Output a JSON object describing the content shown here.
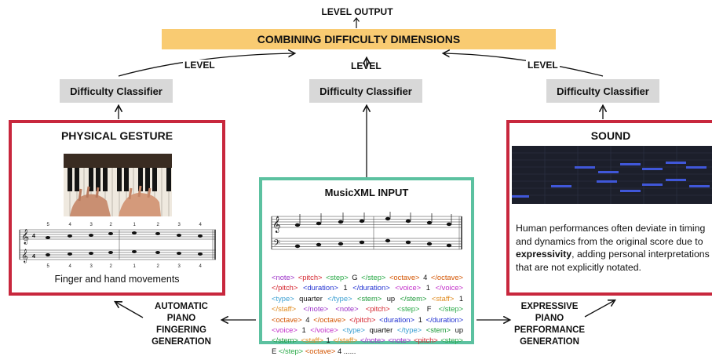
{
  "level_output": "LEVEL OUTPUT",
  "combining": "COMBINING DIFFICULTY DIMENSIONS",
  "level_word": "LEVEL",
  "classifier": "Difficulty Classifier",
  "left_panel": {
    "title": "PHYSICAL GESTURE",
    "caption": "Finger and hand movements",
    "finger_top": [
      "5",
      "4",
      "3",
      "2",
      "1",
      "2",
      "3",
      "4"
    ],
    "finger_bottom": [
      "5",
      "4",
      "3",
      "2",
      "1",
      "2",
      "3",
      "4"
    ]
  },
  "center_panel": {
    "title": "MusicXML INPUT",
    "xml_tokens": [
      {
        "t": "<note>",
        "c": "t"
      },
      {
        "t": "<pitch>",
        "c": "pitch"
      },
      {
        "t": "<step>",
        "c": "step"
      },
      {
        "t": "G",
        "c": "val"
      },
      {
        "t": "</step>",
        "c": "step"
      },
      {
        "t": "<octave>",
        "c": "oct"
      },
      {
        "t": "4",
        "c": "val"
      },
      {
        "t": "</octave>",
        "c": "oct"
      },
      {
        "t": "</pitch>",
        "c": "pitch"
      },
      {
        "t": "<duration>",
        "c": "dur"
      },
      {
        "t": "1",
        "c": "val"
      },
      {
        "t": "</duration>",
        "c": "dur"
      },
      {
        "t": "<voice>",
        "c": "voice"
      },
      {
        "t": "1",
        "c": "val"
      },
      {
        "t": "</voice>",
        "c": "voice"
      },
      {
        "t": "<type>",
        "c": "type"
      },
      {
        "t": "quarter",
        "c": "val"
      },
      {
        "t": "</type>",
        "c": "type"
      },
      {
        "t": "<stem>",
        "c": "stem"
      },
      {
        "t": "up",
        "c": "val"
      },
      {
        "t": "</stem>",
        "c": "stem"
      },
      {
        "t": "<staff>",
        "c": "staff"
      },
      {
        "t": "1",
        "c": "val"
      },
      {
        "t": "</staff>",
        "c": "staff"
      },
      {
        "t": "</note>",
        "c": "t"
      },
      {
        "t": "<note>",
        "c": "t"
      },
      {
        "t": "<pitch>",
        "c": "pitch"
      },
      {
        "t": "<step>",
        "c": "step"
      },
      {
        "t": "F",
        "c": "val"
      },
      {
        "t": "</step>",
        "c": "step"
      },
      {
        "t": "<octave>",
        "c": "oct"
      },
      {
        "t": "4",
        "c": "val"
      },
      {
        "t": "</octave>",
        "c": "oct"
      },
      {
        "t": "</pitch>",
        "c": "pitch"
      },
      {
        "t": "<duration>",
        "c": "dur"
      },
      {
        "t": "1",
        "c": "val"
      },
      {
        "t": "</duration>",
        "c": "dur"
      },
      {
        "t": "<voice>",
        "c": "voice"
      },
      {
        "t": "1",
        "c": "val"
      },
      {
        "t": "</voice>",
        "c": "voice"
      },
      {
        "t": "<type>",
        "c": "type"
      },
      {
        "t": "quarter",
        "c": "val"
      },
      {
        "t": "</type>",
        "c": "type"
      },
      {
        "t": "<stem>",
        "c": "stem"
      },
      {
        "t": "up",
        "c": "val"
      },
      {
        "t": "</stem>",
        "c": "stem"
      },
      {
        "t": "<staff>",
        "c": "staff"
      },
      {
        "t": "1",
        "c": "val"
      },
      {
        "t": "</staff>",
        "c": "staff"
      },
      {
        "t": "</note>",
        "c": "t"
      },
      {
        "t": "<note>",
        "c": "t"
      },
      {
        "t": "<pitch>",
        "c": "pitch"
      },
      {
        "t": "<step>",
        "c": "step"
      },
      {
        "t": "E",
        "c": "val"
      },
      {
        "t": "</step>",
        "c": "step"
      },
      {
        "t": "<octave>",
        "c": "oct"
      },
      {
        "t": "4 ......",
        "c": "val"
      }
    ]
  },
  "right_panel": {
    "title": "SOUND",
    "text_before": "Human performances often deviate in timing and dynamics from the original score due to ",
    "text_bold": "expressivity",
    "text_after": ", adding personal interpretations that are not explicitly notated."
  },
  "left_task": {
    "lines": [
      "AUTOMATIC",
      "PIANO",
      "FINGERING",
      "GENERATION"
    ]
  },
  "right_task": {
    "lines": [
      "EXPRESSIVE",
      "PIANO",
      "PERFORMANCE",
      "GENERATION"
    ]
  },
  "colors": {
    "red_border": "#c8273d",
    "green_border": "#5cc1a0",
    "combine_bg": "#f9cb72",
    "classifier_bg": "#d8d8d8",
    "piano_roll_bg": "#1c1f2b",
    "piano_roll_note": "#3f5bd6"
  }
}
